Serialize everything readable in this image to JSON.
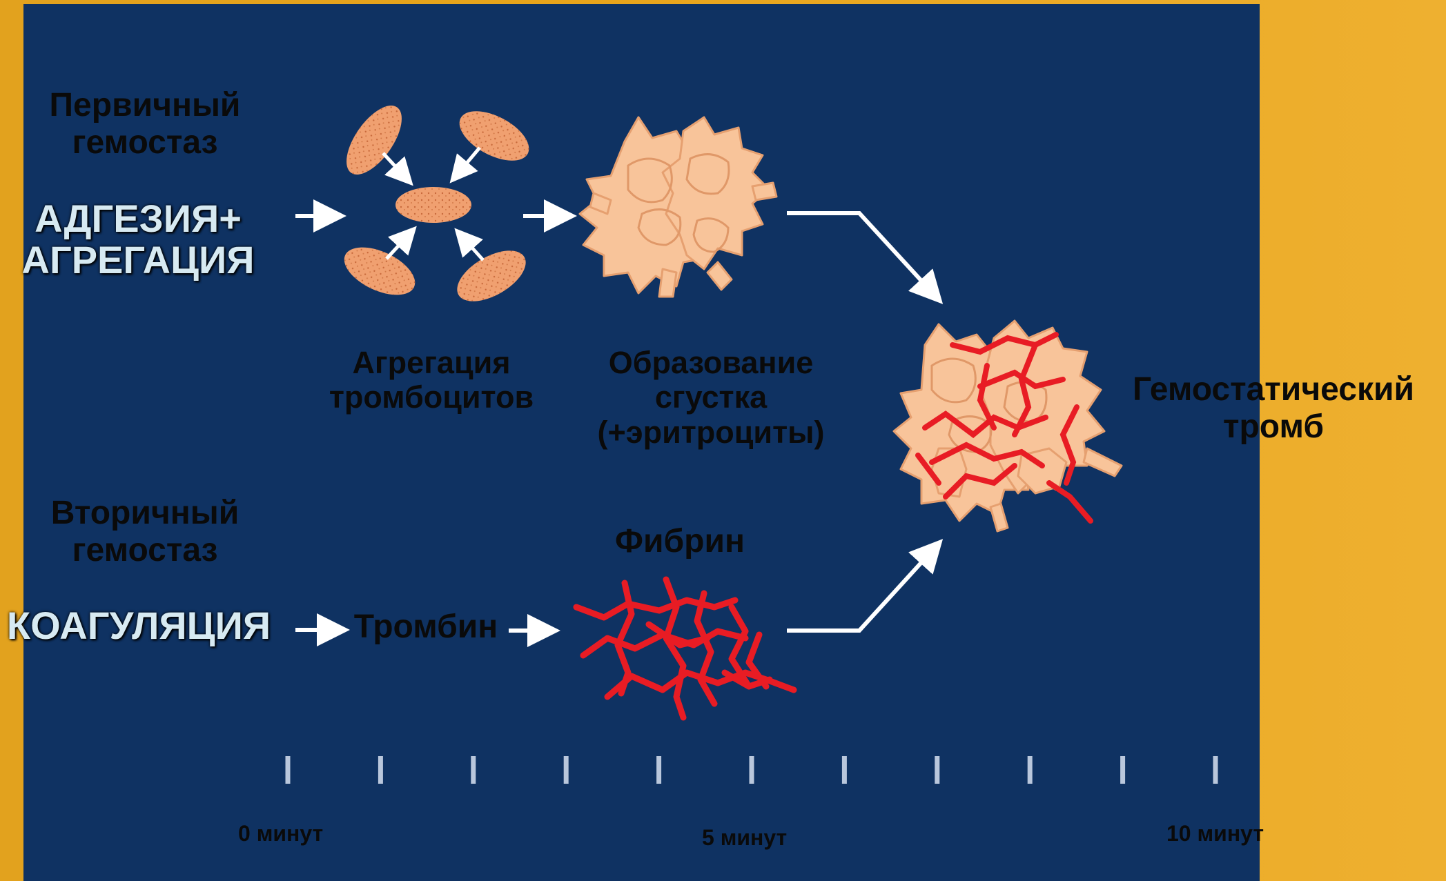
{
  "primary": {
    "title_lines": [
      "Первичный",
      "гемостаз"
    ],
    "process_lines": [
      "АДГЕЗИЯ+",
      "АГРЕГАЦИЯ"
    ]
  },
  "secondary": {
    "title_lines": [
      "Вторичный",
      "гемостаз"
    ],
    "process": "КОАГУЛЯЦИЯ"
  },
  "stages": {
    "aggregation_lines": [
      "Агрегация",
      "тромбоцитов"
    ],
    "clot_lines": [
      "Образование",
      "сгустка",
      "(+эритроциты)"
    ],
    "thrombin": "Тромбин",
    "fibrin": "Фибрин",
    "thrombus_lines": [
      "Гемостатический",
      "тромб"
    ]
  },
  "timeline": {
    "tick_count": 11,
    "labels": [
      "0 минут",
      "5 минут",
      "10 минут"
    ]
  },
  "colors": {
    "background": "#0f3262",
    "frame": "#e8a41a",
    "platelet": "#f0a070",
    "activated_platelet": "#f8c49a",
    "fibrin": "#e81c24",
    "arrow": "#ffffff"
  }
}
